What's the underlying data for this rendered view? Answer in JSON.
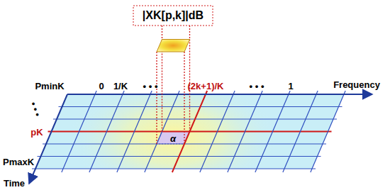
{
  "diagram": {
    "labels": [
      "|XK[p,k]|dB",
      "PminK",
      "0",
      "1/K",
      "• • •",
      "(2k+1)/K",
      "• • •",
      "1",
      "Frequency",
      "• • •",
      "pK",
      "PmaxK",
      "Time",
      "α"
    ]
  }
}
